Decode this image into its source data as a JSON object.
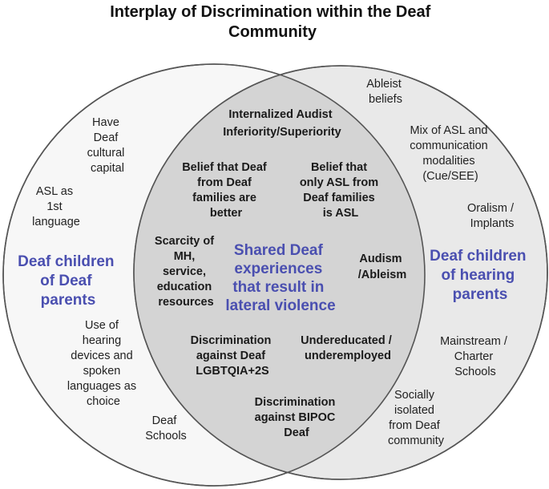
{
  "title": [
    "Interplay of Discrimination within the Deaf",
    "Community"
  ],
  "colors": {
    "accent": "#4a4fb0",
    "left_circle_fill": "#f7f7f7",
    "right_circle_fill": "#e9e9e9",
    "overlap_fill": "#d4d4d4",
    "outline": "#555555"
  },
  "sets": {
    "left": {
      "name": [
        "Deaf children",
        "of Deaf",
        "parents"
      ],
      "items": [
        [
          "Have",
          "Deaf",
          "cultural",
          "capital"
        ],
        [
          "ASL as",
          "1st",
          "language"
        ],
        [
          "Use of",
          "hearing",
          "devices and",
          "spoken",
          "languages as",
          "choice"
        ],
        [
          "Deaf",
          "Schools"
        ]
      ]
    },
    "right": {
      "name": [
        "Deaf children",
        "of hearing",
        "parents"
      ],
      "items": [
        [
          "Ableist",
          "beliefs"
        ],
        [
          "Mix of ASL and",
          "communication",
          "modalities",
          "(Cue/SEE)"
        ],
        [
          "Oralism /",
          "Implants"
        ],
        [
          "Mainstream /",
          "Charter",
          "Schools"
        ],
        [
          "Socially",
          "isolated",
          "from Deaf",
          "community"
        ]
      ]
    },
    "overlap": {
      "name": [
        "Shared Deaf",
        "experiences",
        "that result in",
        "lateral violence"
      ],
      "items": [
        [
          "Internalized Audist",
          "Inferiority/Superiority"
        ],
        [
          "Belief that Deaf",
          "from Deaf",
          "families are",
          "better"
        ],
        [
          "Belief that",
          "only ASL from",
          "Deaf families",
          "is ASL"
        ],
        [
          "Scarcity of",
          "MH,",
          "service,",
          "education",
          "resources"
        ],
        [
          "Audism",
          "/Ableism"
        ],
        [
          "Discrimination",
          "against Deaf",
          "LGBTQIA+2S"
        ],
        [
          "Undereducated /",
          "underemployed"
        ],
        [
          "Discrimination",
          "against BIPOC",
          "Deaf"
        ]
      ]
    }
  }
}
